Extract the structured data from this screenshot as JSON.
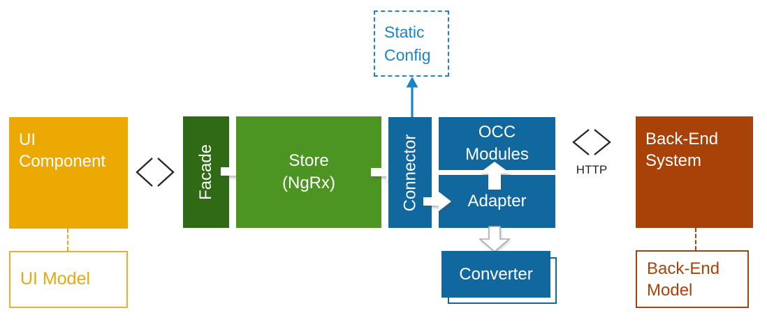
{
  "canvas": {
    "background": "#ffffff"
  },
  "nodes": {
    "ui_component": {
      "label": "UI\nComponent",
      "fill": "#ECA903",
      "text_color": "#FFFFFF"
    },
    "ui_model": {
      "label": "UI Model",
      "border_color": "#F0AD28",
      "text_color": "#EDA612",
      "fill": "#FFFFFF"
    },
    "facade": {
      "label": "Facade",
      "fill": "#2F6B15",
      "text_color": "#FFFFFF"
    },
    "store": {
      "label": "Store\n(NgRx)",
      "fill": "#4C9522",
      "text_color": "#FFFFFF"
    },
    "connector": {
      "label": "Connector",
      "fill": "#10689F",
      "text_color": "#FFFFFF"
    },
    "static_config": {
      "label": "Static\nConfig",
      "accent": "#1A86C9",
      "fill": "#FFFFFF"
    },
    "occ_modules": {
      "label": "OCC\nModules",
      "fill": "#10689F",
      "text_color": "#FFFFFF"
    },
    "adapter": {
      "label": "Adapter",
      "fill": "#10689F",
      "text_color": "#FFFFFF"
    },
    "converter": {
      "label": "Converter",
      "fill": "#10689F",
      "text_color": "#FFFFFF"
    },
    "backend_system": {
      "label": "Back-End\nSystem",
      "fill": "#A94208",
      "text_color": "#FFFFFF"
    },
    "backend_model": {
      "label": "Back-End\nModel",
      "border_color": "#A94208",
      "text_color": "#A94208",
      "fill": "#FFFFFF"
    }
  },
  "edges": {
    "http_label": "HTTP",
    "arrow_fill": "#FFFFFF",
    "outlined_arrow_stroke": "#ABABAB",
    "bracket_color": "#28292B",
    "ui_model_link_color": "#ECA903",
    "backend_model_link_color": "#A94208"
  },
  "icons": {
    "interface_symbol": "angle-brackets < >",
    "flow_arrow": "white block arrow",
    "config_arrow": "thin blue arrow up"
  }
}
